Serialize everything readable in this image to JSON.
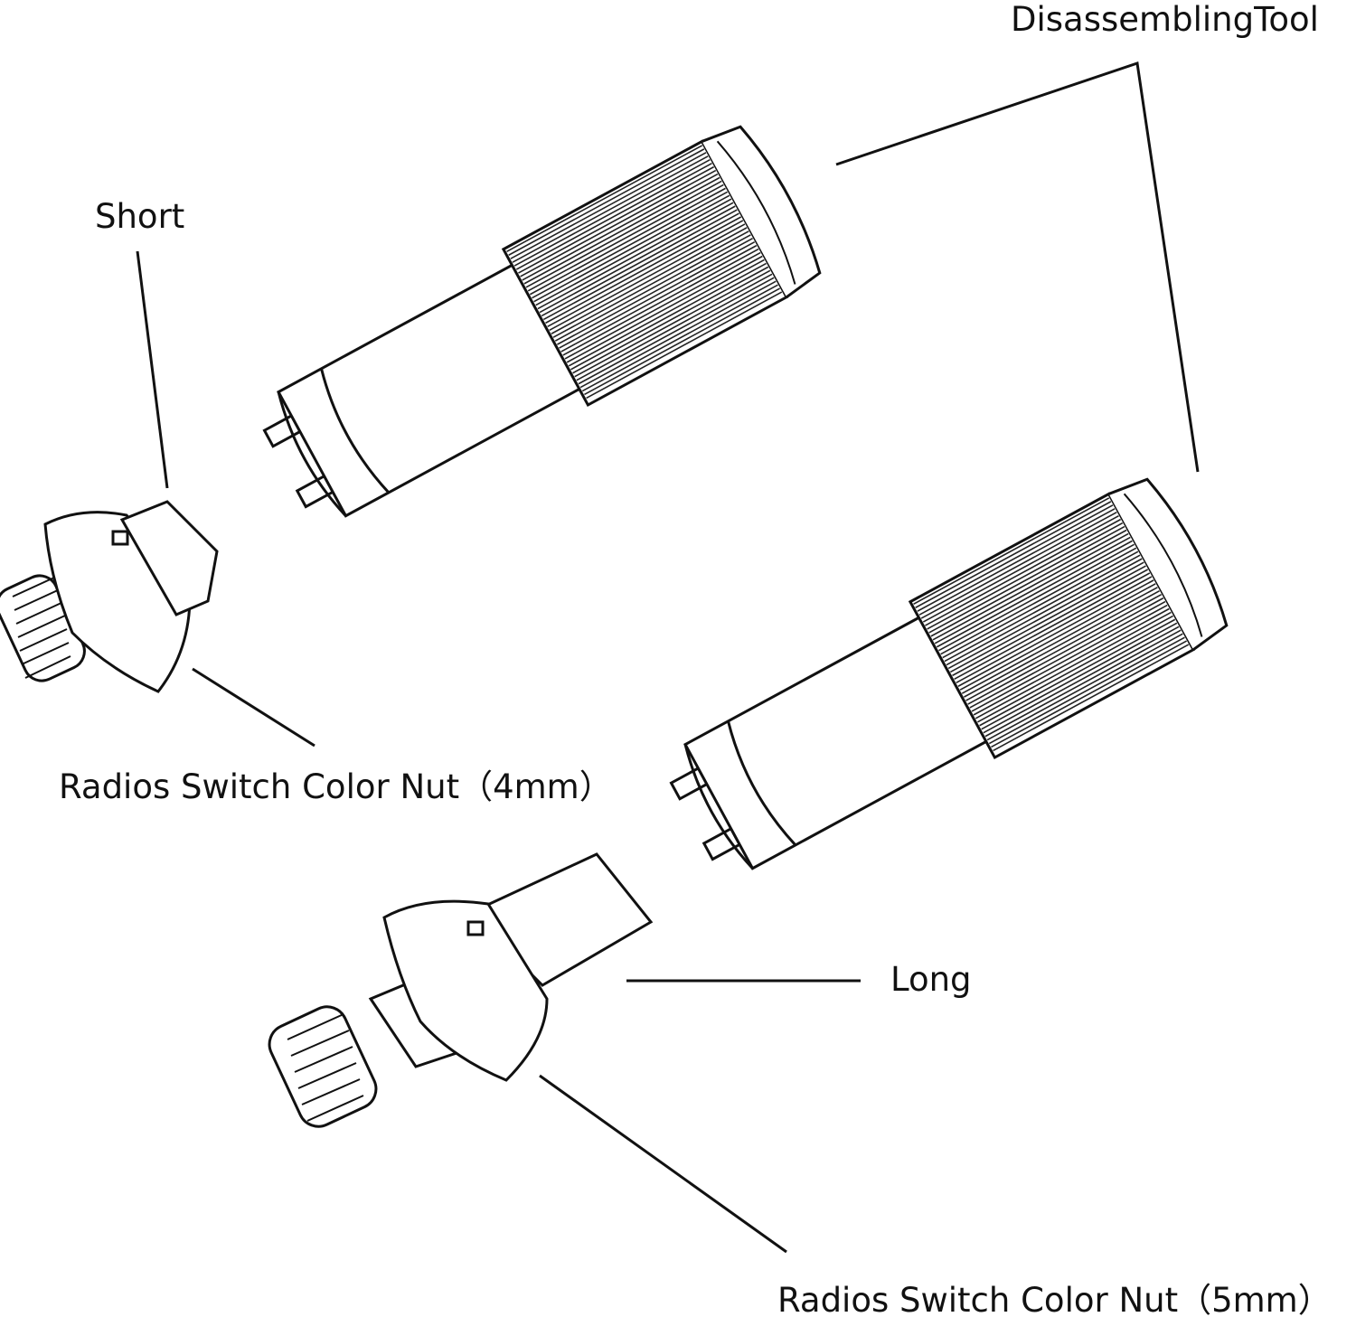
{
  "labels": {
    "disassembling_tool": "DisassemblingTool",
    "short": "Short",
    "nut_4mm": "Radios Switch Color Nut（4mm）",
    "long": "Long",
    "nut_5mm": "Radios Switch Color Nut（5mm）"
  },
  "colors": {
    "line": "#111111",
    "background": "#ffffff"
  }
}
